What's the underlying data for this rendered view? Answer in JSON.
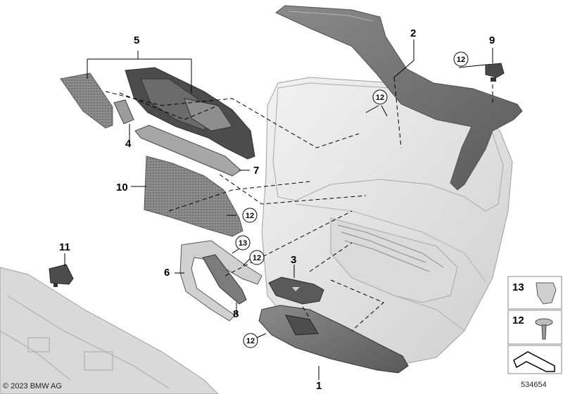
{
  "callouts": {
    "c1": "1",
    "c2": "2",
    "c3": "3",
    "c4": "4",
    "c5": "5",
    "c6": "6",
    "c7": "7",
    "c8": "8",
    "c9": "9",
    "c10": "10",
    "c11": "11",
    "c12a": "12",
    "c12b": "12",
    "c12c": "12",
    "c12d": "12",
    "c12e": "12",
    "c13a": "13"
  },
  "legend": {
    "item13": "13",
    "item12": "12"
  },
  "footer": {
    "copyright": "© 2023 BMW AG",
    "diagram_number": "534654"
  },
  "colors": {
    "part_dark": "#6f6f6f",
    "part_mid": "#9a9a9a",
    "part_light": "#e6e6e6",
    "line": "#000000"
  }
}
